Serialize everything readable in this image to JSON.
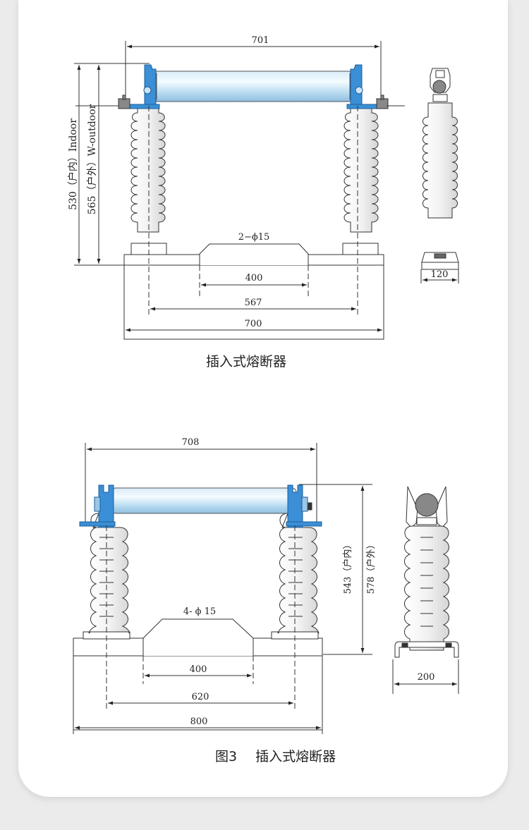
{
  "figure1": {
    "caption": "插入式熔断器",
    "dims": {
      "top_width": "701",
      "height_indoor": "530（户内）Indoor",
      "height_outdoor": "565（户外）W-outdoor",
      "holes": "2−ϕ15",
      "hole_spacing": "400",
      "insulator_spacing": "567",
      "base_width": "700",
      "side_width": "120"
    }
  },
  "figure2": {
    "caption_prefix": "图3",
    "caption": "插入式熔断器",
    "dims": {
      "top_width": "708",
      "height_indoor": "543（户内）",
      "height_outdoor": "578（户外）",
      "holes": "4- ϕ 15",
      "hole_spacing": "400",
      "insulator_spacing": "620",
      "base_width": "800",
      "side_width": "200"
    }
  },
  "colors": {
    "clamp_blue": "#3a8fd6",
    "tube_light": "#e8f4fb",
    "tube_mid": "#b7d9ef",
    "line": "#333333",
    "page_bg": "#ebebeb",
    "card_bg": "#ffffff"
  }
}
